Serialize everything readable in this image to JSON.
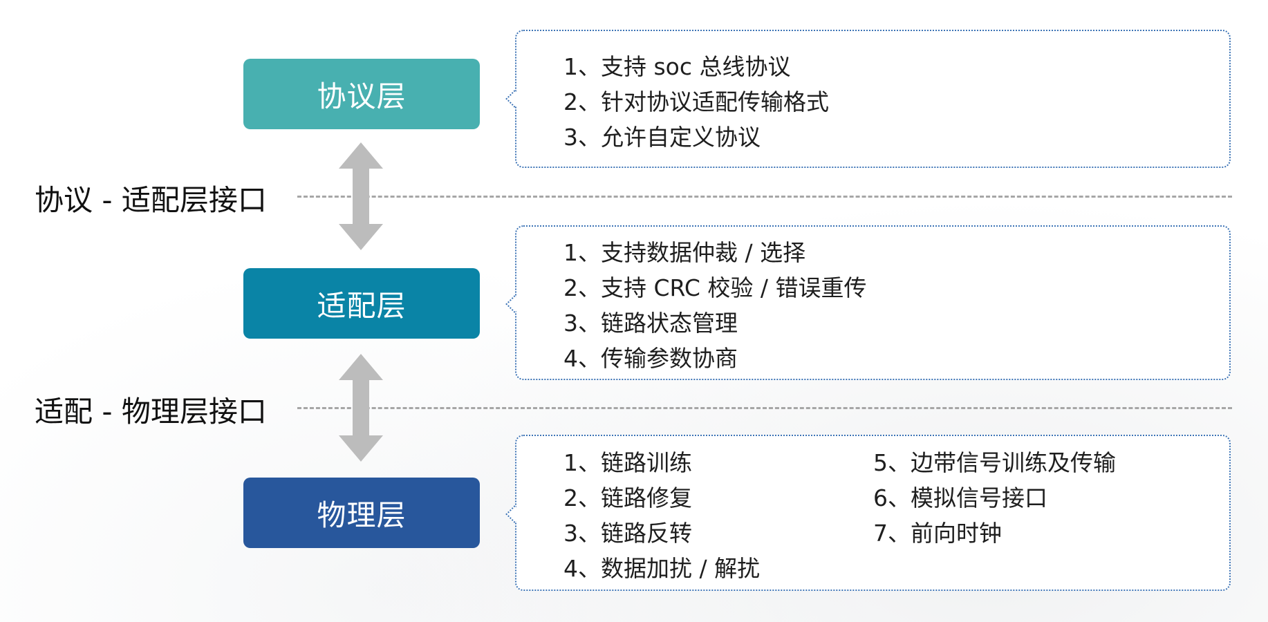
{
  "colors": {
    "protocol": "#48b0b0",
    "adaptation": "#0a84a6",
    "physical": "#28579c",
    "arrow": "#bcbcbc",
    "dashed_line": "#a6a6a6",
    "callout_border": "#3c73b5"
  },
  "layers": {
    "protocol": "协议层",
    "adaptation": "适配层",
    "physical": "物理层"
  },
  "interfaces": {
    "protocol_adaptation": "协议 - 适配层接口",
    "adaptation_physical": "适配 - 物理层接口"
  },
  "descriptions": {
    "protocol": [
      "1、支持 soc 总线协议",
      "2、针对协议适配传输格式",
      "3、允许自定义协议"
    ],
    "adaptation": [
      "1、支持数据仲裁 / 选择",
      "2、支持 CRC 校验 / 错误重传",
      "3、链路状态管理",
      "4、传输参数协商"
    ],
    "physical_col1": [
      "1、链路训练",
      "2、链路修复",
      "3、链路反转",
      "4、数据加扰 / 解扰"
    ],
    "physical_col2": [
      "5、边带信号训练及传输",
      "6、模拟信号接口",
      "7、前向时钟"
    ]
  }
}
